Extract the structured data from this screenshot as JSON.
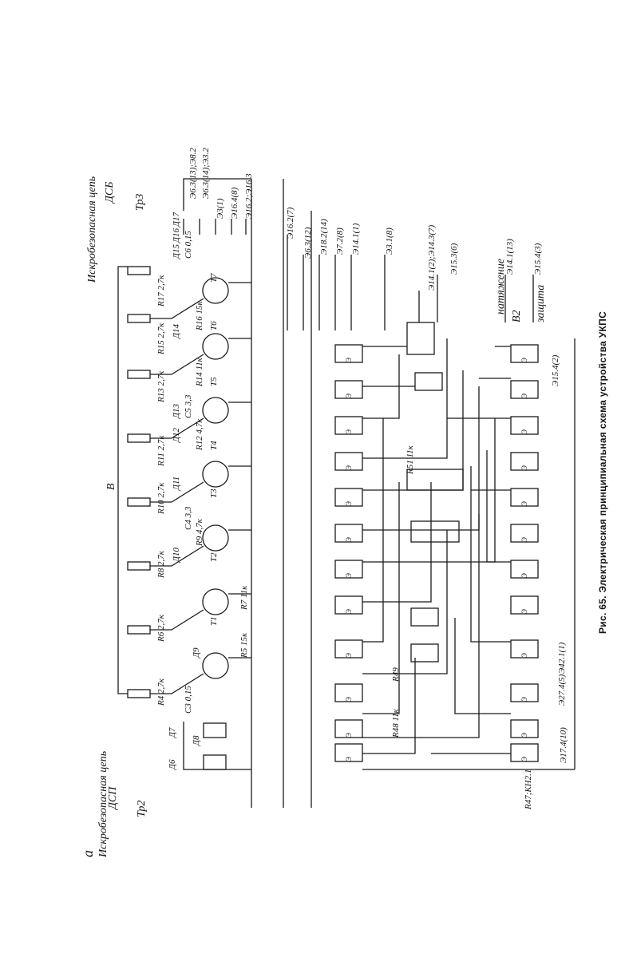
{
  "caption": "Рис. 65. Электрическая принципиальная схема устройства УКПС",
  "variant_label": "а",
  "left_section": "Искробезопасная цепь",
  "right_section": "Искробезопасная цепь",
  "transformer_left": "Тр2",
  "transformer_right": "Тр3",
  "sensor_left": "ДСП",
  "sensor_right": "ДСБ",
  "supply_label": "В",
  "tension_label": "натяжение",
  "protection_label": "защита",
  "switch_label": "В2",
  "outputs_top": [
    "Э6.3(13);Э8.2",
    "Э6.3(14);Э3.2",
    "Э3(1)",
    "Э16.4(8)",
    "Э16.2;Э16.3"
  ],
  "outputs_right": [
    "Э16.2(7)",
    "Э6.3(12)",
    "Э18.2(14)",
    "Э7.2(8)",
    "Э14.1(1)",
    "Э3.1(8)",
    "Э14.1(2);Э14.3(7)",
    "Э15.3(6)",
    "Э14.1(13)",
    "Э15.4(3)"
  ],
  "outputs_bottom": [
    "R47;КН2.1",
    "Э17.4(10)",
    "Э27.4(5)",
    "Э42.1(1)",
    "Э15.4(2)"
  ],
  "resistors": [
    {
      "ref": "R4",
      "value": "2,7к"
    },
    {
      "ref": "R6",
      "value": "2,7к"
    },
    {
      "ref": "R8",
      "value": "2,7к"
    },
    {
      "ref": "R10",
      "value": "2,7к"
    },
    {
      "ref": "R11",
      "value": "2,7к"
    },
    {
      "ref": "R13",
      "value": "2,7к"
    },
    {
      "ref": "R15",
      "value": "2,7к"
    },
    {
      "ref": "R17",
      "value": "2,7к"
    },
    {
      "ref": "R5",
      "value": "15к"
    },
    {
      "ref": "R7",
      "value": "11к"
    },
    {
      "ref": "R9",
      "value": "4,7к"
    },
    {
      "ref": "R12",
      "value": "4,7к"
    },
    {
      "ref": "R14",
      "value": "11к"
    },
    {
      "ref": "R16",
      "value": "15к"
    },
    {
      "ref": "R48",
      "value": "11к"
    },
    {
      "ref": "R49",
      "value": ""
    },
    {
      "ref": "R51",
      "value": "11к"
    }
  ],
  "transistors": [
    "Т1",
    "Т2",
    "Т3",
    "Т4",
    "Т5",
    "Т6",
    "Т7"
  ],
  "capacitors": [
    {
      "ref": "С3",
      "value": "0,15"
    },
    {
      "ref": "С4",
      "value": "3,3"
    },
    {
      "ref": "С5",
      "value": "3,3"
    },
    {
      "ref": "С6",
      "value": "0,15"
    }
  ],
  "diodes": [
    "Д6",
    "Д7",
    "Д8",
    "Д9",
    "Д10",
    "Д11",
    "Д12",
    "Д13",
    "Д14",
    "Д15",
    "Д16",
    "Д17"
  ],
  "logic_element": "Э"
}
